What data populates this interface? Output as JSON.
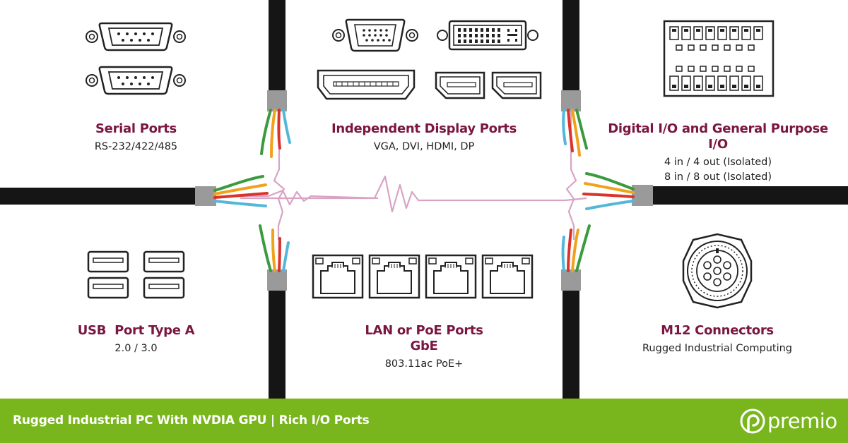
{
  "panels": {
    "serial": {
      "title": "Serial Ports",
      "subtitle": "RS-232/422/485"
    },
    "display": {
      "title": "Independent Display Ports",
      "subtitle": "VGA, DVI, HDMI, DP"
    },
    "dio": {
      "title": "Digital I/O and General Purpose I/O",
      "line1": "4 in / 4 out (Isolated)",
      "line2": "8 in / 8 out (Isolated)"
    },
    "usb": {
      "title": "USB  Port Type A",
      "subtitle": "2.0 / 3.0"
    },
    "lan": {
      "title1": "LAN or PoE Ports",
      "title2": "GbE",
      "subtitle": "803.11ac PoE+"
    },
    "m12": {
      "title": "M12 Connectors",
      "subtitle": "Rugged Industrial Computing"
    }
  },
  "footer": {
    "text": "Rugged Industrial PC With NVDIA GPU | Rich I/O Ports"
  },
  "brand": {
    "name": "premio"
  },
  "colors": {
    "accent": "#7a1640",
    "footer": "#79b51c",
    "cable": "#151515",
    "signal": "#d9a3c4"
  },
  "wire_colors": [
    "#3b9a3e",
    "#f0a21c",
    "#d8342a",
    "#55b7d8"
  ],
  "icons": [
    "db9-serial-icon",
    "vga-icon",
    "dvi-icon",
    "hdmi-icon",
    "displayport-icon",
    "terminal-block-icon",
    "usb-a-icon",
    "rj45-icon",
    "m12-connector-icon"
  ]
}
